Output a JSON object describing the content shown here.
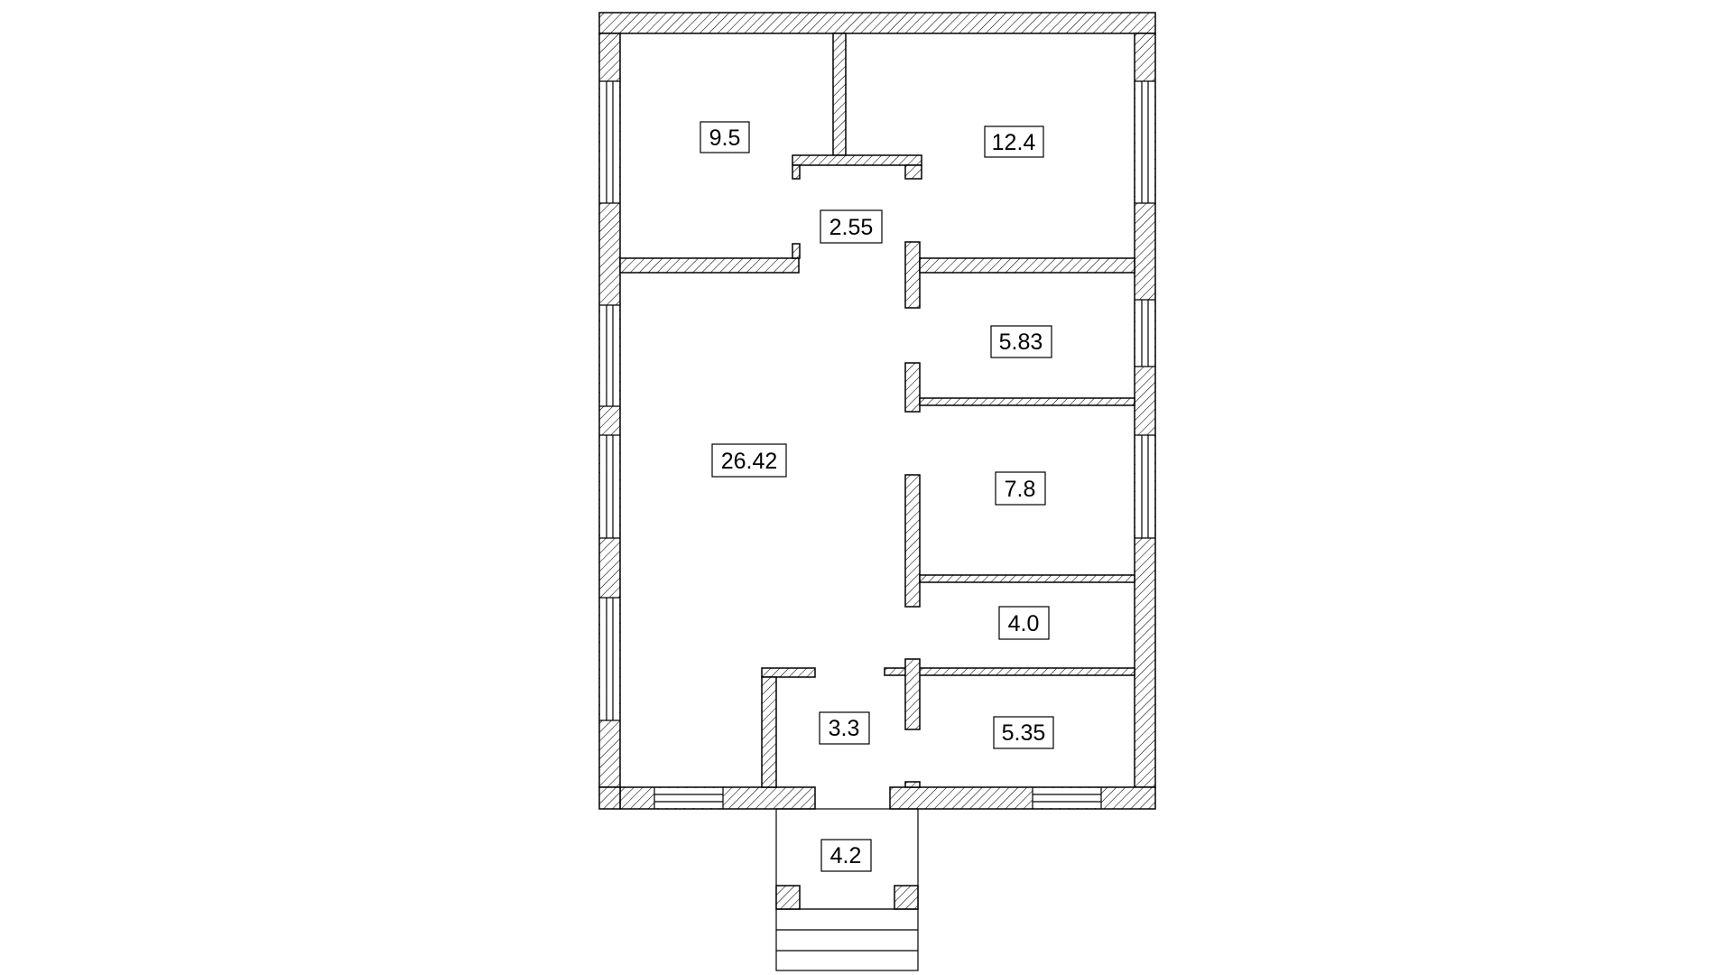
{
  "floor_plan": {
    "rooms": [
      {
        "id": "bedroom-top-left",
        "area": "9.5"
      },
      {
        "id": "bedroom-top-right",
        "area": "12.4"
      },
      {
        "id": "hall-top",
        "area": "2.55"
      },
      {
        "id": "room-right-1",
        "area": "5.83"
      },
      {
        "id": "living-room",
        "area": "26.42"
      },
      {
        "id": "room-right-2",
        "area": "7.8"
      },
      {
        "id": "room-right-3",
        "area": "4.0"
      },
      {
        "id": "entry-hall",
        "area": "3.3"
      },
      {
        "id": "room-right-4",
        "area": "5.35"
      },
      {
        "id": "porch",
        "area": "4.2"
      }
    ]
  }
}
